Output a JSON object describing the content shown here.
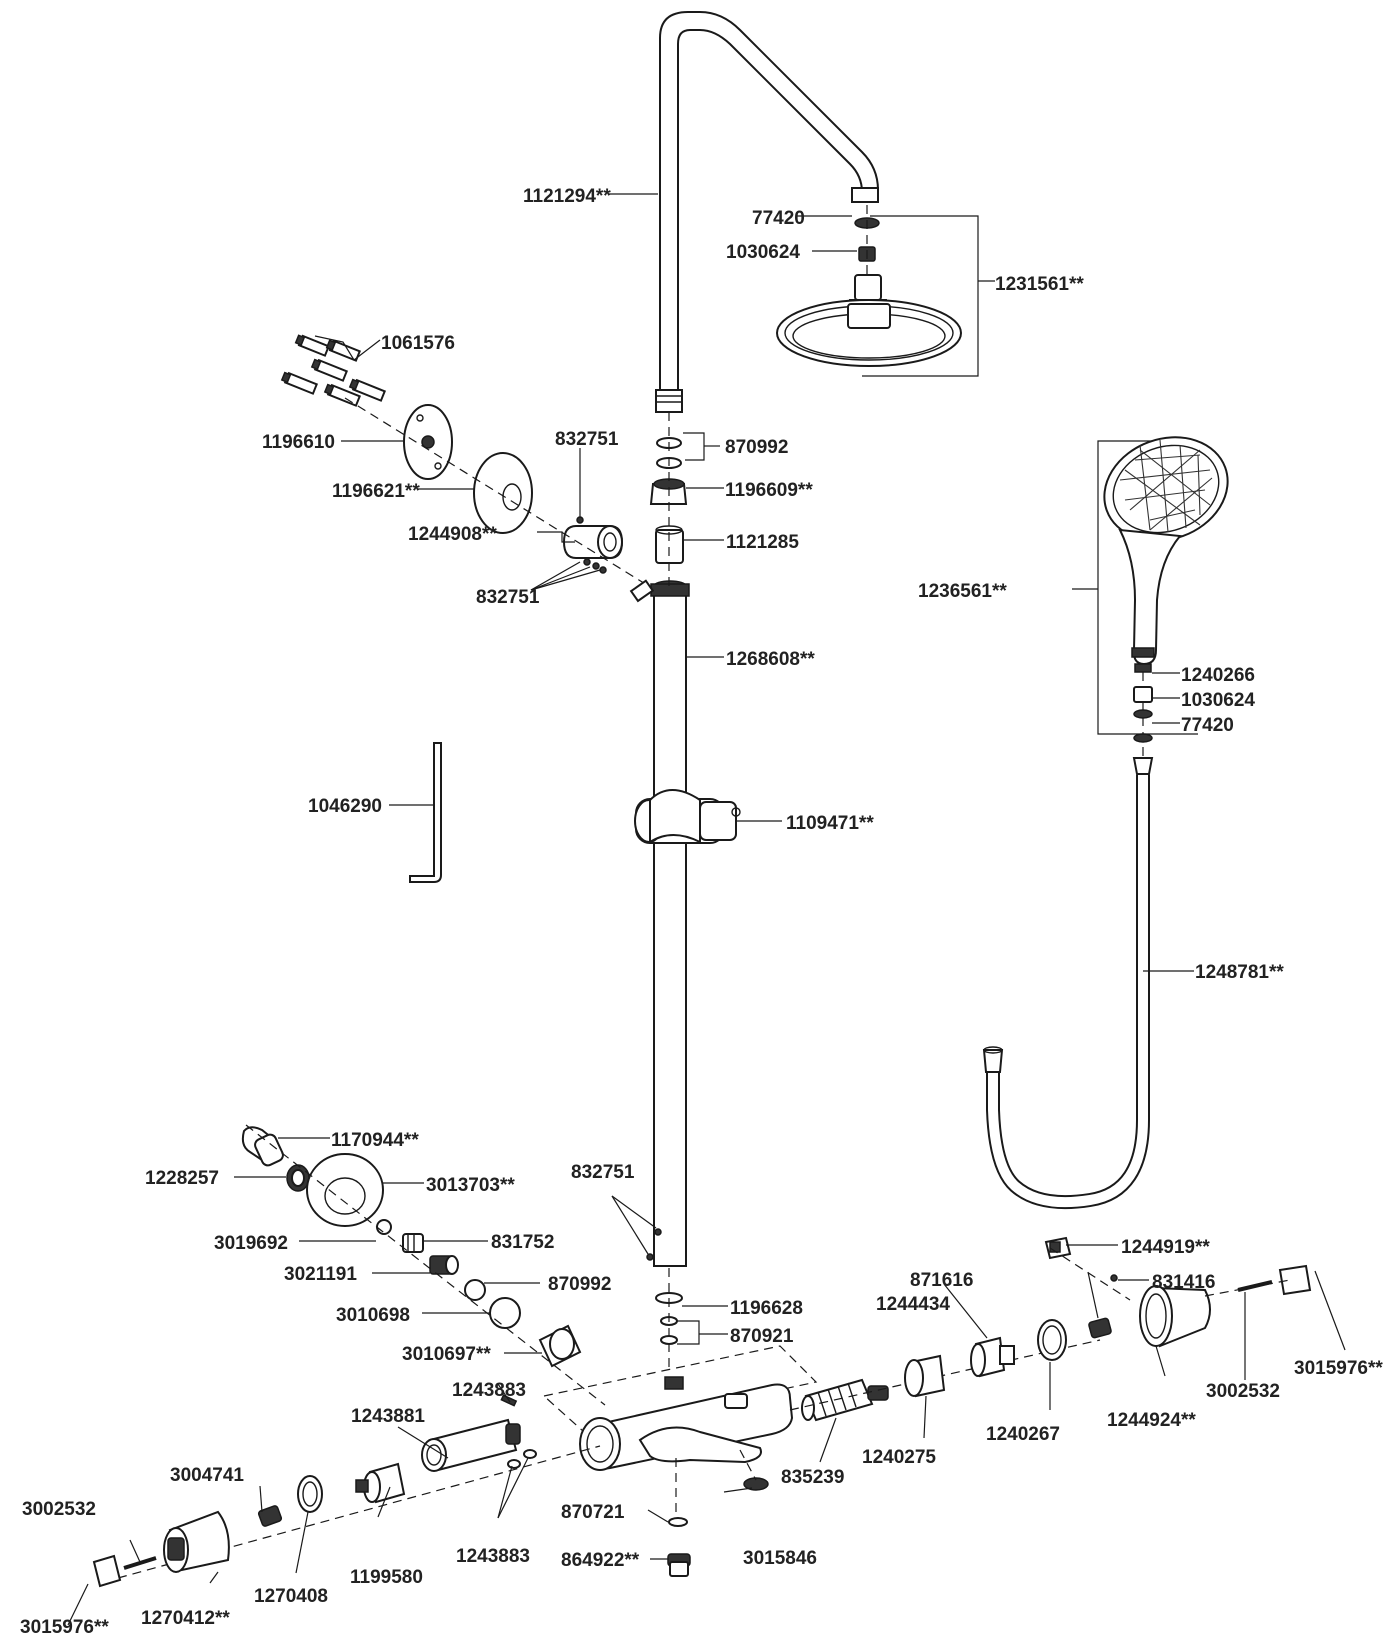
{
  "labels": {
    "p1121294": "1121294**",
    "p77420_top": "77420",
    "p1030624_top": "1030624",
    "p1231561": "1231561**",
    "p1061576": "1061576",
    "p1196610": "1196610",
    "p1196621": "1196621**",
    "p832751_top": "832751",
    "p1244908": "1244908**",
    "p832751_mid": "832751",
    "p870992_top": "870992",
    "p1196609": "1196609**",
    "p1121285": "1121285",
    "p1268608": "1268608**",
    "p1236561": "1236561**",
    "p1240266": "1240266",
    "p1030624_hs": "1030624",
    "p77420_hs": "77420",
    "p1046290": "1046290",
    "p1109471": "1109471**",
    "p1248781": "1248781**",
    "p1170944": "1170944**",
    "p1228257": "1228257",
    "p3013703": "3013703**",
    "p832751_low": "832751",
    "p3019692": "3019692",
    "p831752": "831752",
    "p3021191": "3021191",
    "p870992_low": "870992",
    "p3010698": "3010698",
    "p3010697": "3010697**",
    "p1196628": "1196628",
    "p870921": "870921",
    "p1244919": "1244919**",
    "p871616": "871616",
    "p831416": "831416",
    "p1244434": "1244434",
    "p3015976_r": "3015976**",
    "p3002532_r": "3002532",
    "p1244924": "1244924**",
    "p1240267": "1240267",
    "p1240275": "1240275",
    "p835239": "835239",
    "p1243883_top": "1243883",
    "p1243881": "1243881",
    "p3004741": "3004741",
    "p3002532_l": "3002532",
    "p870721": "870721",
    "p3015846": "3015846",
    "p1243883_bot": "1243883",
    "p864922": "864922**",
    "p1199580": "1199580",
    "p1270408": "1270408",
    "p1270412": "1270412**",
    "p3015976_l": "3015976**"
  }
}
